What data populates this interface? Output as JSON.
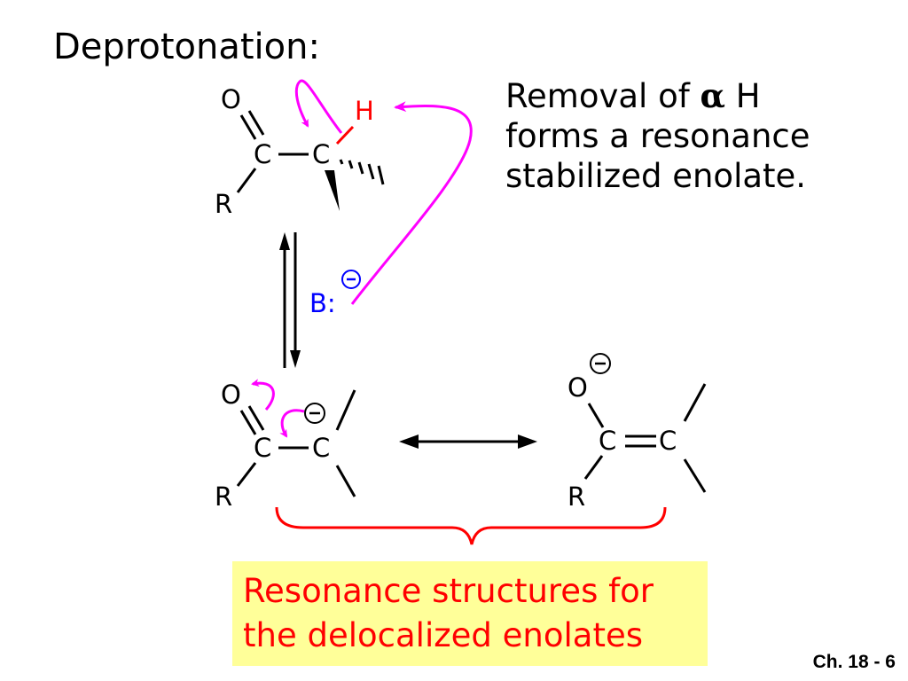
{
  "title": "Deprotonation:",
  "explanation": {
    "line1_before": "Removal of ",
    "alpha": "α",
    "line1_after": " H",
    "line2": "forms a resonance",
    "line3": "stabilized enolate."
  },
  "atoms": {
    "oxygen": "O",
    "carbon": "C",
    "hydrogen": "H",
    "r_group": "R",
    "base": "B:",
    "negative_charge": "⊖"
  },
  "resonance_caption": {
    "line1": "Resonance structures for",
    "line2": "the delocalized enolates"
  },
  "chapter": "Ch. 18 - 6",
  "colors": {
    "arrow": "#ff00ff",
    "hydrogen": "#ff0000",
    "base": "#0000ff",
    "brace": "#ff0000",
    "caption_bg": "#ffff99",
    "caption_text": "#ff0000"
  }
}
